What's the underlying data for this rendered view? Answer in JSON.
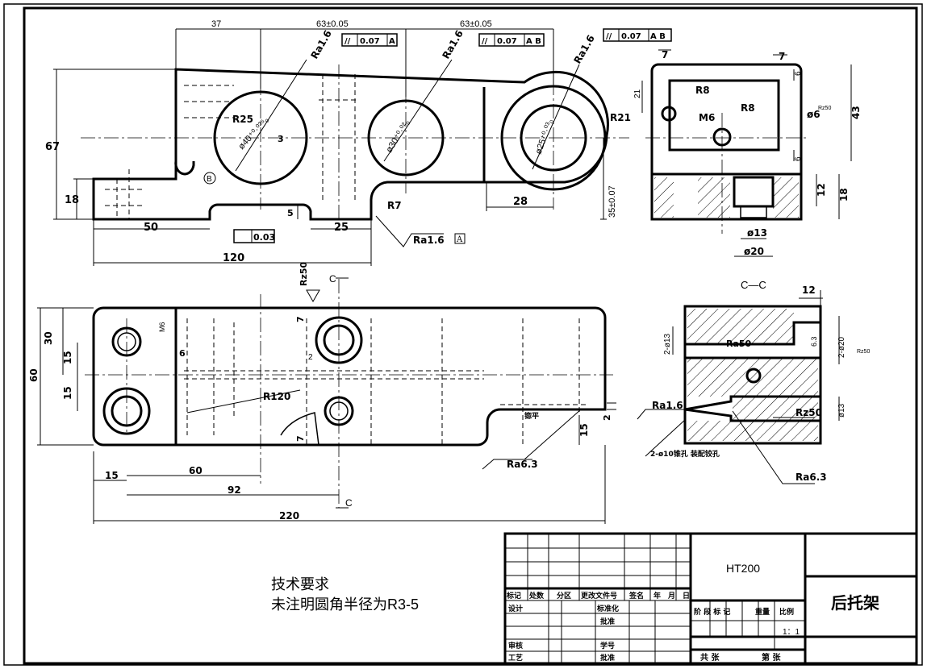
{
  "drawing": {
    "dimensions_front": {
      "d37": "37",
      "d63a": "63±0.05",
      "d63b": "63±0.05",
      "d67": "67",
      "d18": "18",
      "d50": "50",
      "d120": "120",
      "d25": "25",
      "d5": "5",
      "d28": "28",
      "d35": "35±0.07",
      "d3": "3",
      "r25": "R25",
      "r21": "R21",
      "r7": "R7",
      "hole1": "ø40⁺⁰·⁰²⁵₀",
      "hole2": "ø30⁺⁰·⁰²₀",
      "hole3": "ø25⁺⁰·⁰³₀",
      "datum_b": "B",
      "datum_a": "A",
      "flatness": "0.03"
    },
    "tolerance_frames": [
      {
        "sym": "//",
        "val": "0.07",
        "ref": "A"
      },
      {
        "sym": "//",
        "val": "0.07",
        "ref": "A B"
      },
      {
        "sym": "//",
        "val": "0.07",
        "ref": "A B"
      }
    ],
    "roughness": {
      "ra16_1": "Ra1.6",
      "ra16_2": "Ra1.6",
      "ra16_3": "Ra1.6",
      "ra16_4": "Ra1.6",
      "ra16_5": "Ra1.6",
      "ra63_1": "Ra6.3",
      "ra63_2": "Ra6.3",
      "rz50_1": "Rz50",
      "rz50_2": "Rz50",
      "rz50_3": "Rz50",
      "ra50": "Ra50"
    },
    "dimensions_side": {
      "d7a": "7",
      "d7b": "7",
      "d21": "21",
      "d6a": "6",
      "d6b": "6",
      "d43": "43",
      "r8a": "R8",
      "r8b": "R8",
      "m6": "M6",
      "phi6": "ø6",
      "rz50": "Rz50",
      "d12": "12",
      "d18": "18",
      "phi13": "ø13",
      "phi20": "ø20"
    },
    "dimensions_top": {
      "d30": "30",
      "d15a": "15",
      "d15b": "15",
      "d60": "60",
      "d6": "6",
      "m6": "M6",
      "d7a": "7",
      "d7b": "7",
      "d2a": "2",
      "d2b": "2",
      "r120": "R120",
      "d15c": "15",
      "d15d": "15",
      "d60b": "60",
      "d92": "92",
      "d220": "220",
      "section_c": "C",
      "note_flush": "锪平"
    },
    "section_cc": {
      "title": "C—C",
      "d12": "12",
      "phi13a": "2-ø13",
      "phi20": "2-ø20",
      "d13": "ø13",
      "d6_3": "6.3",
      "note": "2-ø10锥孔 装配铰孔"
    },
    "tech": {
      "title": "技术要求",
      "line": "未注明圆角半径为R3-5"
    },
    "title_block": {
      "material": "HT200",
      "part_name": "后托架",
      "header_cells": [
        "标记",
        "处数",
        "分区",
        "更改文件号",
        "签名",
        "年",
        "月",
        "日"
      ],
      "designer": "设计",
      "standard": "标准化",
      "review": "审核",
      "process": "工艺",
      "check": "批准",
      "approve": "批准",
      "stage_label": "阶 段 标 记",
      "weight": "重量",
      "scale_label": "比例",
      "scale": "1：1",
      "sheets": "共 张",
      "sheet_no": "第 张",
      "mark2": "审核",
      "mark3": "学号"
    }
  }
}
